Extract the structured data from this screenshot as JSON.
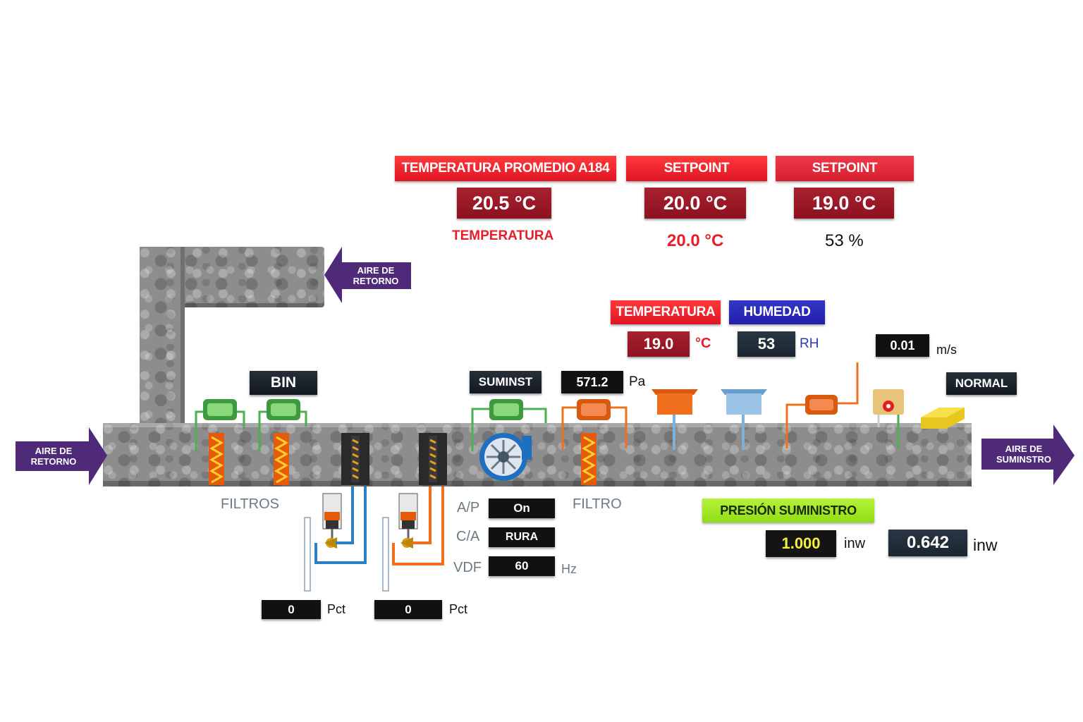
{
  "header": {
    "temp_prom_title": "TEMPERATURA PROMEDIO A184",
    "temp_prom_value": "20.5 °C",
    "temp_prom_sub": "TEMPERATURA",
    "setpoint1_title": "SETPOINT",
    "setpoint1_value": "20.0 °C",
    "setpoint1_sub": "20.0 °C",
    "setpoint2_title": "SETPOINT",
    "setpoint2_value": "19.0 °C",
    "setpoint2_sub": "53 %"
  },
  "arrows": {
    "return_top": "AIRE DE\nRETORNO",
    "return_left": "AIRE DE\nRETORNO",
    "supply_right": "AIRE DE\nSUMINSTRO"
  },
  "sensors": {
    "temp_title": "TEMPERATURA",
    "temp_value": "19.0",
    "temp_unit": "°C",
    "hum_title": "HUMEDAD",
    "hum_value": "53",
    "hum_unit": "RH",
    "velocity_value": "0.01",
    "velocity_unit": "m/s",
    "status": "NORMAL"
  },
  "unit": {
    "bin_label": "BIN",
    "suminst_label": "SUMINST",
    "pressure_value": "571.2",
    "pressure_unit": "Pa",
    "filters_label": "FILTROS",
    "filter_label": "FILTRO"
  },
  "fan": {
    "ap_label": "A/P",
    "ap_value": "On",
    "ca_label": "C/A",
    "ca_value": "RURA",
    "vdf_label": "VDF",
    "vdf_value": "60",
    "vdf_unit": "Hz"
  },
  "valves": {
    "valve1_value": "0",
    "valve1_unit": "Pct",
    "valve2_value": "0",
    "valve2_unit": "Pct"
  },
  "supply_pressure": {
    "title": "PRESIÓN SUMINISTRO",
    "setpoint_value": "1.000",
    "setpoint_unit": "inw",
    "actual_value": "0.642",
    "actual_unit": "inw"
  },
  "colors": {
    "alarm_red": "#e01525",
    "maroon": "#8c1220",
    "humidity_blue": "#2020a8",
    "arrow_purple": "#4e2a78",
    "ok_green": "#8fdd14",
    "chilled_water": "#2e7fc4",
    "hot_water": "#f07020"
  }
}
